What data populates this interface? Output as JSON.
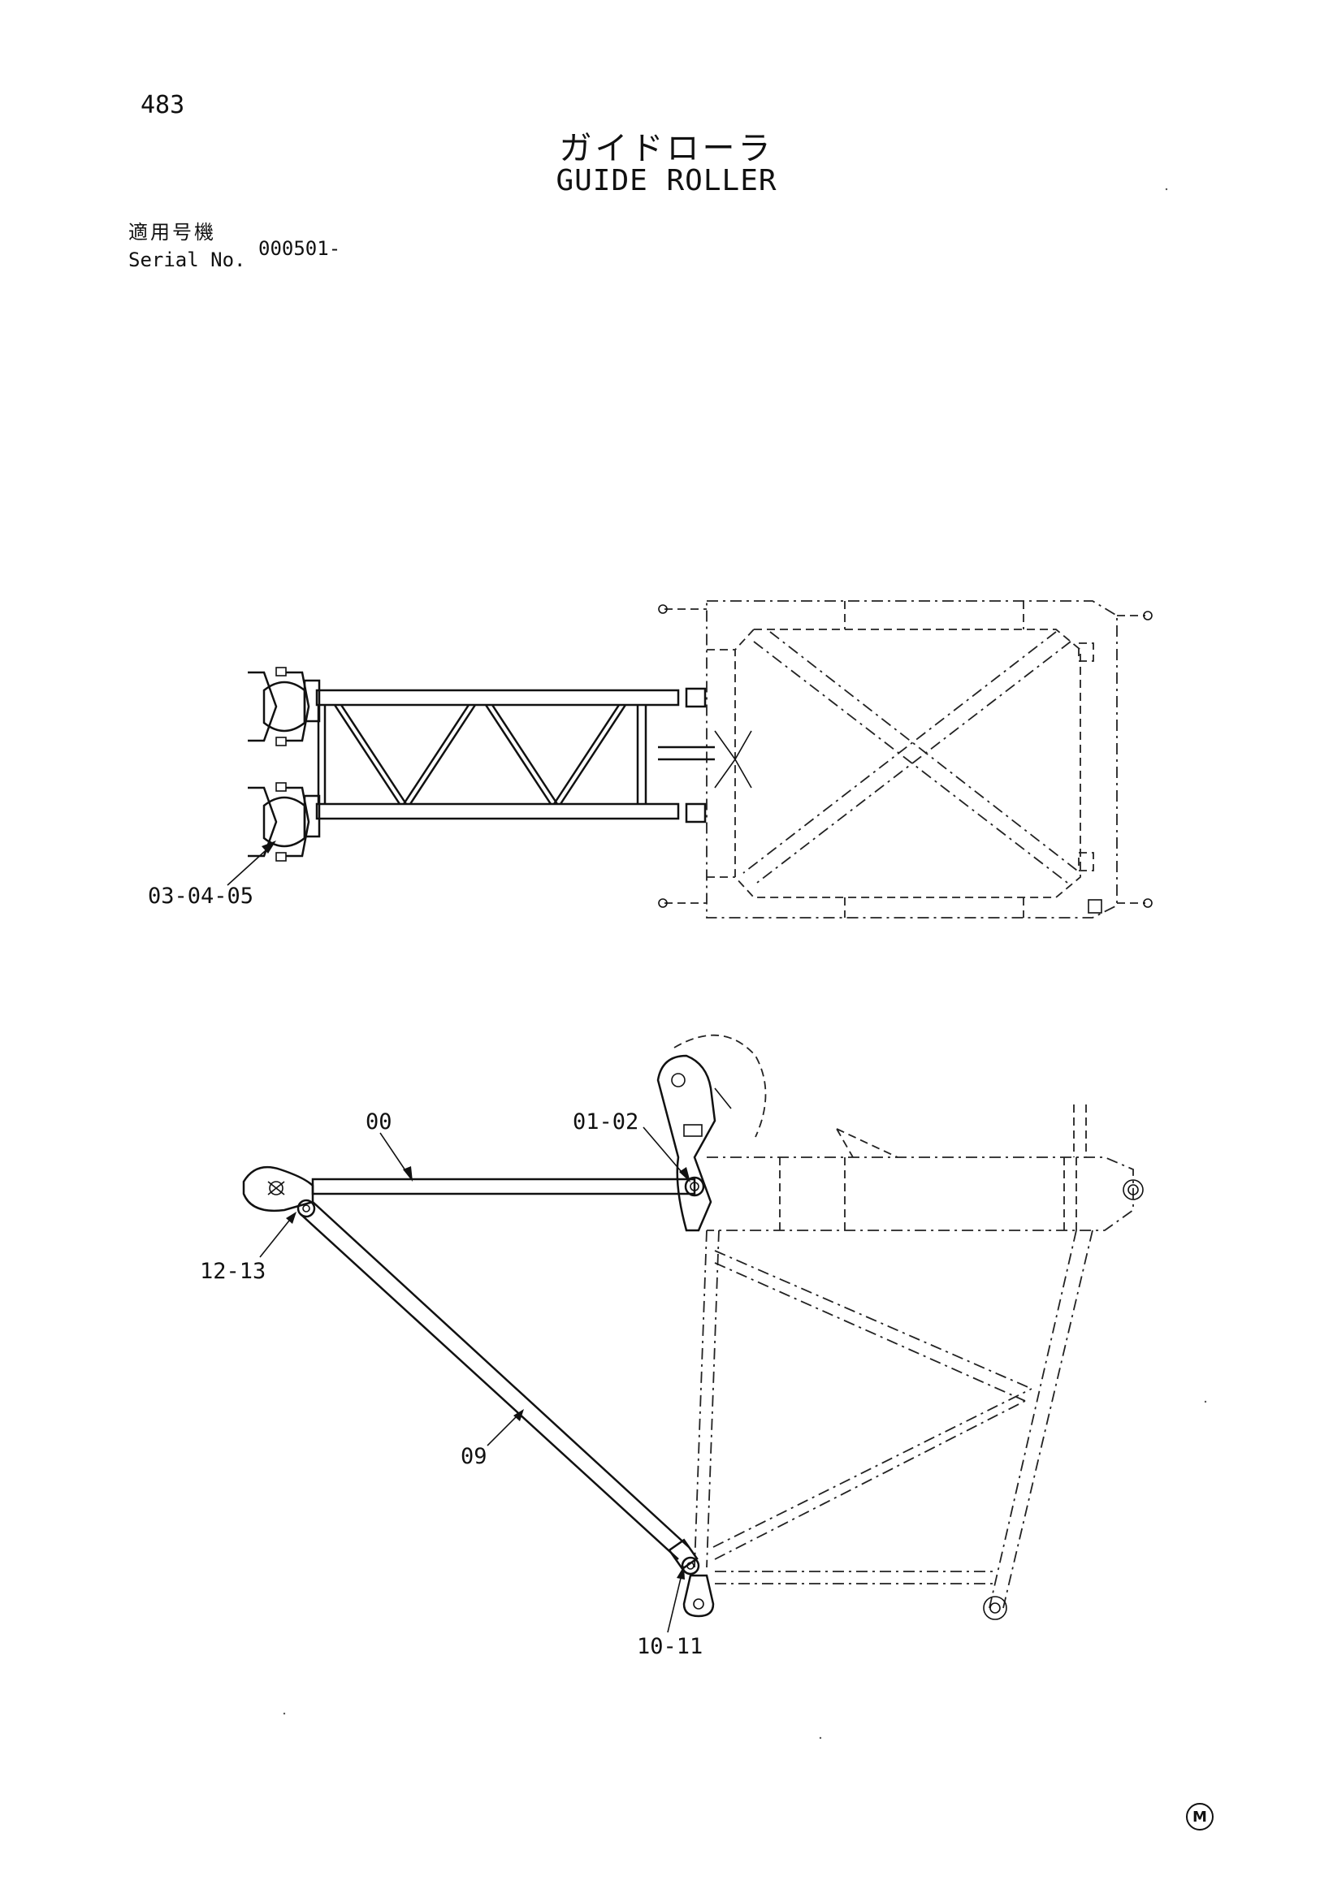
{
  "header": {
    "page_number": "483",
    "title_jp": "ガイドローラ",
    "title_en": "GUIDE ROLLER",
    "serial_label_jp": "適用号機",
    "serial_label_en": "Serial No.",
    "serial_value": "000501-"
  },
  "callouts": {
    "top_view_roller": "03-04-05",
    "arm": "00",
    "arm_pin": "01-02",
    "roller_pin": "12-13",
    "brace": "09",
    "brace_pin": "10-11"
  },
  "footer": {
    "mark": "M"
  }
}
